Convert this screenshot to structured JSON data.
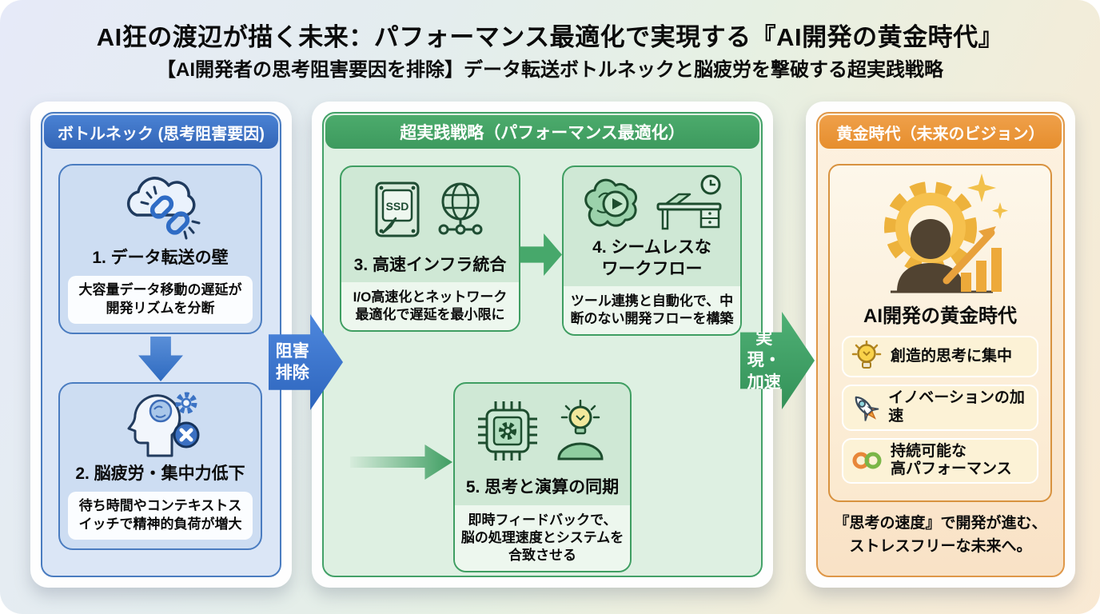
{
  "header": {
    "title": "AI狂の渡辺が描く未来：パフォーマンス最適化で実現する『AI開発の黄金時代』",
    "subtitle": "【AI開発者の思考阻害要因を排除】データ転送ボトルネックと脳疲労を撃破する超実践戦略"
  },
  "bottleneck": {
    "header": "ボトルネック (思考阻害要因)",
    "items": [
      {
        "title": "1. データ転送の壁",
        "desc": "大容量データ移動の遅延が\n開発リズムを分断",
        "icons": [
          "cloud-broken-chain-icon"
        ]
      },
      {
        "title": "2. 脳疲労・集中力低下",
        "desc": "待ち時間やコンテキストス\nイッチで精神的負荷が増大",
        "icons": [
          "fatigued-head-gear-icon"
        ]
      }
    ]
  },
  "strategy": {
    "header": "超実践戦略（パフォーマンス最適化）",
    "items": [
      {
        "title": "3. 高速インフラ統合",
        "desc": "I/O高速化とネットワーク\n最適化で遅延を最小限に",
        "icons": [
          "ssd-icon",
          "network-globe-icon"
        ]
      },
      {
        "title": "4. シームレスな\nワークフロー",
        "desc": "ツール連携と自動化で、中\n断のない開発フローを構築",
        "icons": [
          "brain-play-icon",
          "desk-clock-icon"
        ]
      },
      {
        "title": "5. 思考と演算の同期",
        "desc": "即時フィードバックで、\n脳の処理速度とシステムを\n合致させる",
        "icons": [
          "chip-gear-icon",
          "person-bulb-icon"
        ]
      }
    ]
  },
  "golden_age": {
    "header": "黄金時代（未来のビジョン）",
    "title": "AI開発の黄金時代",
    "main_icon": "golden-gear-growth-icon",
    "benefits": [
      {
        "label": "創造的思考に集中",
        "icon": "lightbulb-icon"
      },
      {
        "label": "イノベーションの加速",
        "icon": "rocket-icon"
      },
      {
        "label": "持続可能な\n高パフォーマンス",
        "icon": "infinity-icon"
      }
    ],
    "footer": "『思考の速度』で開発が進む、\nストレスフリーな未来へ。"
  },
  "arrows": {
    "remove_label": "阻害\n排除",
    "realize_label": "実現・\n加速"
  },
  "colors": {
    "bottleneck_accent": "#3a72c8",
    "strategy_accent": "#44a667",
    "golden_accent": "#ec9838",
    "gold": "#f0b034"
  },
  "ssd_label": "SSD"
}
